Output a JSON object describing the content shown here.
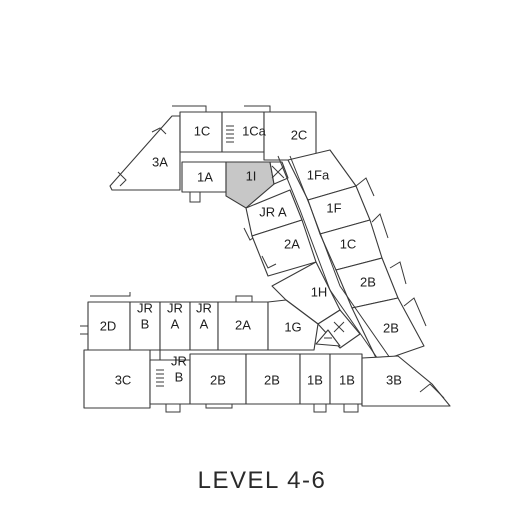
{
  "floor_label": "LEVEL 4-6",
  "highlight_color": "#c7c7c7",
  "units": [
    {
      "id": "u-3a",
      "lines": [
        "3A"
      ]
    },
    {
      "id": "u-1c-top",
      "lines": [
        "1C"
      ]
    },
    {
      "id": "u-1ca",
      "lines": [
        "1Ca"
      ]
    },
    {
      "id": "u-2c",
      "lines": [
        "2C"
      ]
    },
    {
      "id": "u-1a-top",
      "lines": [
        "1A"
      ]
    },
    {
      "id": "u-1i",
      "lines": [
        "1I"
      ],
      "highlighted": true
    },
    {
      "id": "u-1fa",
      "lines": [
        "1Fa"
      ]
    },
    {
      "id": "u-jra-top",
      "lines": [
        "JR A"
      ]
    },
    {
      "id": "u-1f",
      "lines": [
        "1F"
      ]
    },
    {
      "id": "u-2a-mid",
      "lines": [
        "2A"
      ]
    },
    {
      "id": "u-1c-mid",
      "lines": [
        "1C"
      ]
    },
    {
      "id": "u-2b-right1",
      "lines": [
        "2B"
      ]
    },
    {
      "id": "u-1h",
      "lines": [
        "1H"
      ]
    },
    {
      "id": "u-2b-right2",
      "lines": [
        "2B"
      ]
    },
    {
      "id": "u-2d",
      "lines": [
        "2D"
      ]
    },
    {
      "id": "u-jrb-left",
      "lines": [
        "JR",
        "B"
      ]
    },
    {
      "id": "u-jra-left1",
      "lines": [
        "JR",
        "A"
      ]
    },
    {
      "id": "u-jra-left2",
      "lines": [
        "JR",
        "A"
      ]
    },
    {
      "id": "u-2a-left",
      "lines": [
        "2A"
      ]
    },
    {
      "id": "u-1g",
      "lines": [
        "1G"
      ]
    },
    {
      "id": "u-3c",
      "lines": [
        "3C"
      ]
    },
    {
      "id": "u-jrb-bottom",
      "lines": [
        "JR",
        "B"
      ]
    },
    {
      "id": "u-2b-bottom1",
      "lines": [
        "2B"
      ]
    },
    {
      "id": "u-2b-bottom2",
      "lines": [
        "2B"
      ]
    },
    {
      "id": "u-1b-1",
      "lines": [
        "1B"
      ]
    },
    {
      "id": "u-1b-2",
      "lines": [
        "1B"
      ]
    },
    {
      "id": "u-3b",
      "lines": [
        "3B"
      ]
    }
  ]
}
